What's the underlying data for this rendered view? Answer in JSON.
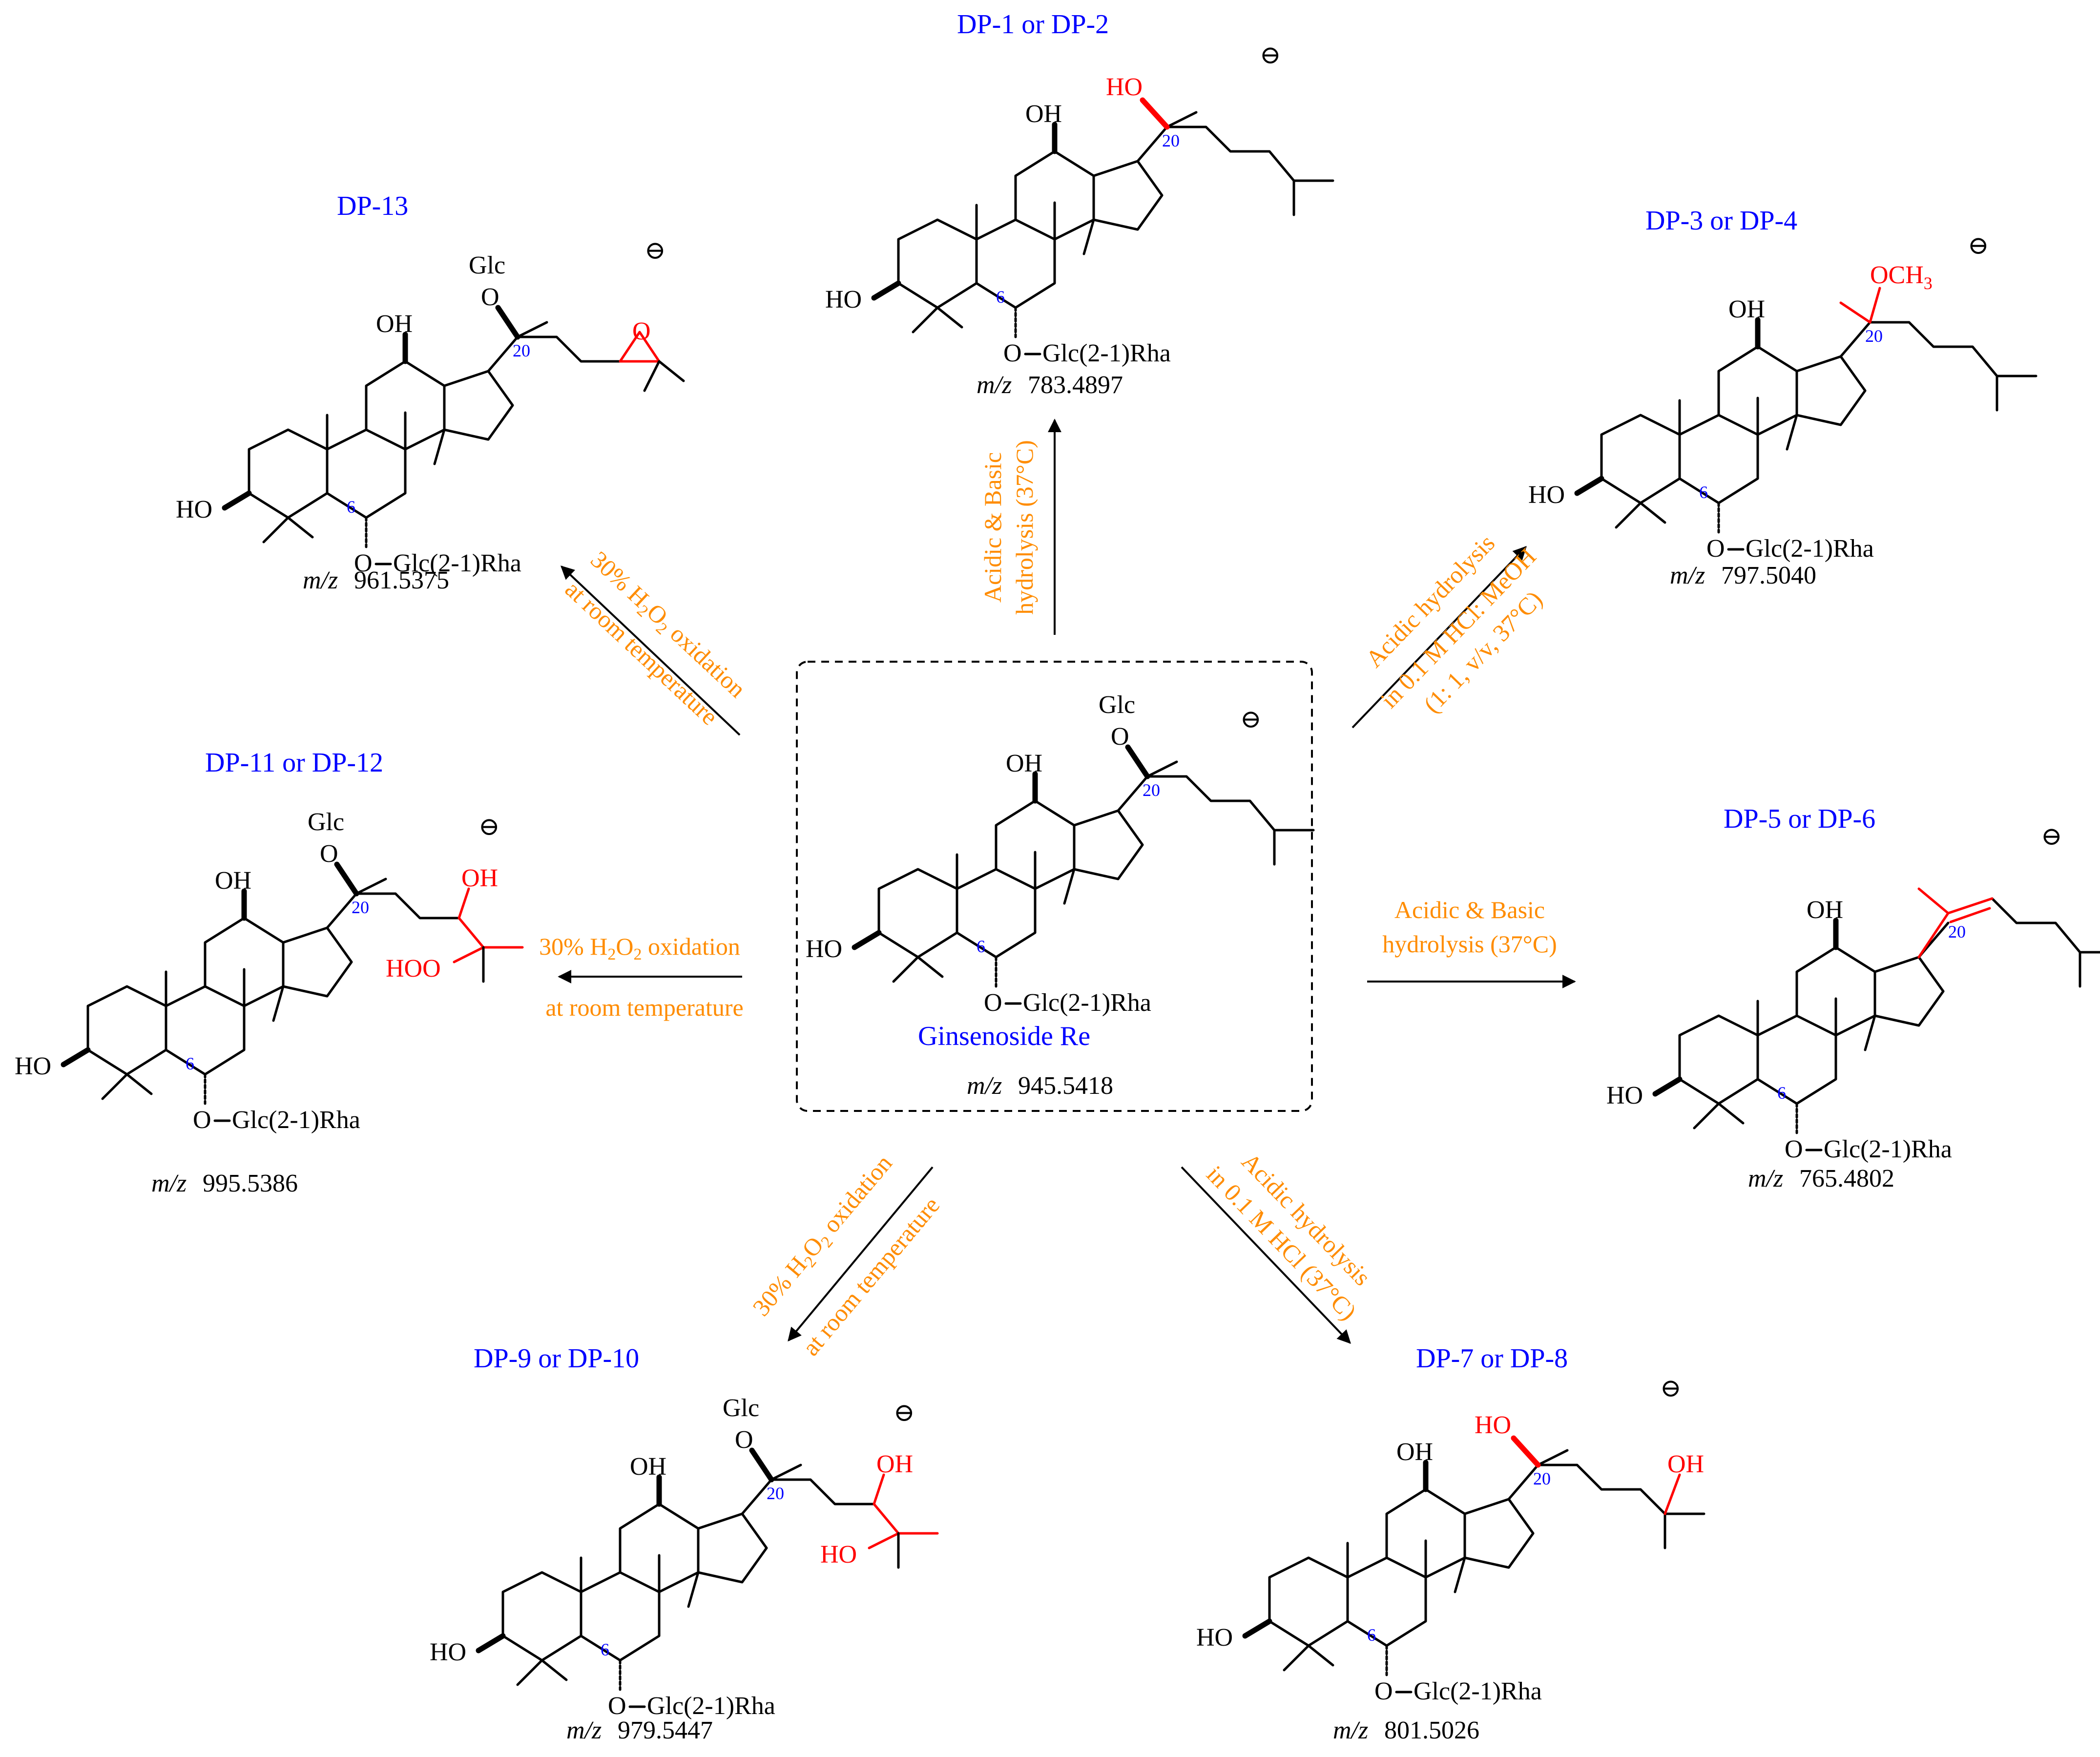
{
  "colors": {
    "structure": "#000000",
    "modification": "#ff0000",
    "label": "#0000ff",
    "condition": "#ff8c00"
  },
  "center": {
    "name": "Ginsenoside Re",
    "mz": "945.5418",
    "top_sugar": "Glc"
  },
  "common": {
    "OH": "OH",
    "HO": "HO",
    "O": "O",
    "sugar": "Glc(2-1)Rha",
    "pos20": "20",
    "pos6": "6",
    "mz_prefix": "m/z",
    "charge": "⊖"
  },
  "products": {
    "dp12": {
      "name": "DP-1 or DP-2",
      "mz": "783.4897",
      "mod_text": "HO"
    },
    "dp34": {
      "name": "DP-3 or DP-4",
      "mz": "797.5040",
      "mod_text": "OCH",
      "mod_sub": "3"
    },
    "dp56": {
      "name": "DP-5 or DP-6",
      "mz": "765.4802"
    },
    "dp78": {
      "name": "DP-7 or DP-8",
      "mz": "801.5026",
      "mod_text": "HO",
      "mod_text2": "OH"
    },
    "dp910": {
      "name": "DP-9 or DP-10",
      "mz": "979.5447",
      "top_sugar": "Glc",
      "mod_text": "OH",
      "mod_text2": "HO"
    },
    "dp1112": {
      "name": "DP-11 or DP-12",
      "mz": "995.5386",
      "top_sugar": "Glc",
      "mod_text": "OH",
      "mod_text2": "HOO"
    },
    "dp13": {
      "name": "DP-13",
      "mz": "961.5375",
      "top_sugar": "Glc",
      "mod_text": "O"
    }
  },
  "conditions": {
    "top": {
      "line1": "Acidic & Basic",
      "line2": "hydrolysis (37°C)"
    },
    "right": {
      "line1": "Acidic & Basic",
      "line2": "hydrolysis (37°C)"
    },
    "upper_right": {
      "line1": "Acidic hydrolysis",
      "line2": "in 0.1 M HCl: MeOH",
      "line3": "(1: 1, v/v, 37°C)"
    },
    "lower_right": {
      "line1": "Acidic hydrolysis",
      "line2": "in 0.1 M HCl (37°C)"
    },
    "left": {
      "line1_pre": "30% H",
      "sub1": "2",
      "mid": "O",
      "sub2": "2",
      "line1_post": " oxidation",
      "line2": "at room temperature"
    },
    "upper_left": {
      "line1_pre": "30% H",
      "sub1": "2",
      "mid": "O",
      "sub2": "2",
      "line1_post": " oxidation",
      "line2": "at room temperature"
    },
    "lower_left": {
      "line1_pre": "30% H",
      "sub1": "2",
      "mid": "O",
      "sub2": "2",
      "line1_post": " oxidation",
      "line2": "at room temperature"
    }
  }
}
